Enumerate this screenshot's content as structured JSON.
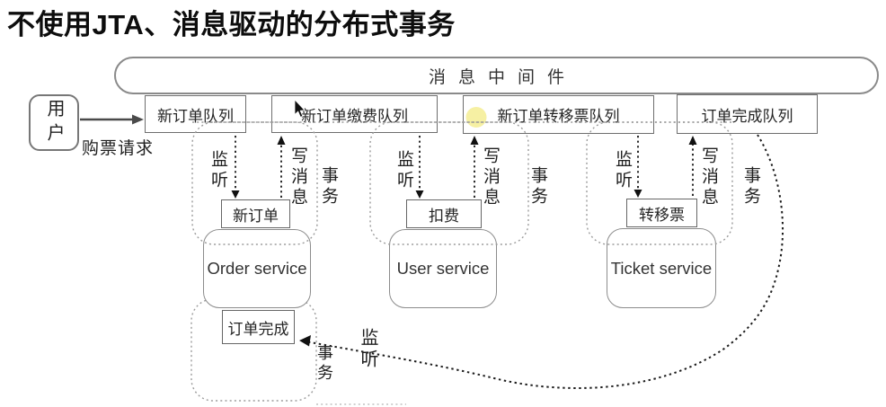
{
  "title": "不使用JTA、消息驱动的分布式事务",
  "middleware": {
    "label": "消息中间件"
  },
  "user": {
    "label": "用户",
    "request_label": "购票请求"
  },
  "queues": [
    {
      "label": "新订单队列"
    },
    {
      "label": "新订单缴费队列"
    },
    {
      "label": "新订单转移票队列"
    },
    {
      "label": "订单完成队列"
    }
  ],
  "services": [
    {
      "action": "新订单",
      "name": "Order service"
    },
    {
      "action": "扣费",
      "name": "User service"
    },
    {
      "action": "转移票",
      "name": "Ticket service"
    }
  ],
  "completion": {
    "label": "订单完成"
  },
  "labels": {
    "listen": "监听",
    "write_message": "写消息",
    "transaction": "事务"
  },
  "colors": {
    "highlight": "#f6ef9e",
    "boundary": "#9b9b9b",
    "arrow": "#2b2b2b"
  }
}
